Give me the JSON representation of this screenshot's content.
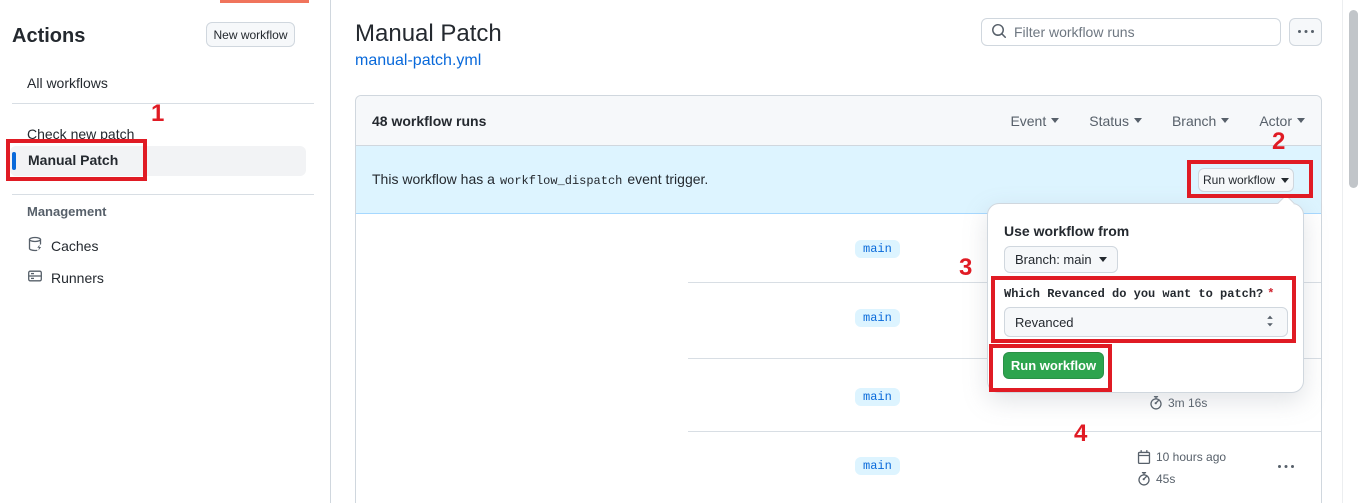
{
  "colors": {
    "accent_blue": "#0969da",
    "banner_bg": "#ddf4ff",
    "annotation_red": "#e01b24",
    "button_green": "#2da44e",
    "muted_gray": "#57606a",
    "border_gray": "#d0d7de",
    "header_bg": "#f6f8fa",
    "top_bar_orange": "#f0745c"
  },
  "icons": {
    "search": "search-icon (magnifier)",
    "kebab": "kebab-horizontal-icon (three dots)",
    "caret": "caret-down-icon (triangle)",
    "calendar": "calendar-icon",
    "stopwatch": "stopwatch-icon",
    "caches": "database-with-bolt-icon",
    "runners": "server-rack-icon",
    "updown": "up-down-chevrons-icon"
  },
  "sidebar": {
    "title": "Actions",
    "new_workflow_button": "New workflow",
    "items": [
      {
        "label": "All workflows",
        "selected": false
      },
      {
        "label": "Check new patch",
        "selected": false
      },
      {
        "label": "Manual Patch",
        "selected": true
      }
    ],
    "management": {
      "label": "Management",
      "items": [
        {
          "label": "Caches"
        },
        {
          "label": "Runners"
        }
      ]
    }
  },
  "header": {
    "title": "Manual Patch",
    "workflow_file_link": "manual-patch.yml"
  },
  "toolbar": {
    "search_placeholder": "Filter workflow runs"
  },
  "runs_panel": {
    "count_label": "48 workflow runs",
    "filters": [
      {
        "label": "Event"
      },
      {
        "label": "Status"
      },
      {
        "label": "Branch"
      },
      {
        "label": "Actor"
      }
    ],
    "banner": {
      "text_before": "This workflow has a",
      "code": "workflow_dispatch",
      "text_after": "event trigger.",
      "run_button_label": "Run workflow"
    },
    "rows": [
      {
        "branch": "main"
      },
      {
        "branch": "main"
      },
      {
        "branch": "main",
        "duration": "3m 16s"
      },
      {
        "branch": "main",
        "date": "10 hours ago",
        "duration": "45s"
      }
    ]
  },
  "run_dialog": {
    "heading": "Use workflow from",
    "branch_selector_label": "Branch: main",
    "input_label": "Which Revanced do you want to patch?",
    "required_marker": "*",
    "select_value": "Revanced",
    "submit_button_label": "Run workflow"
  },
  "annotations": {
    "step1": "1",
    "step2": "2",
    "step3": "3",
    "step4": "4"
  }
}
